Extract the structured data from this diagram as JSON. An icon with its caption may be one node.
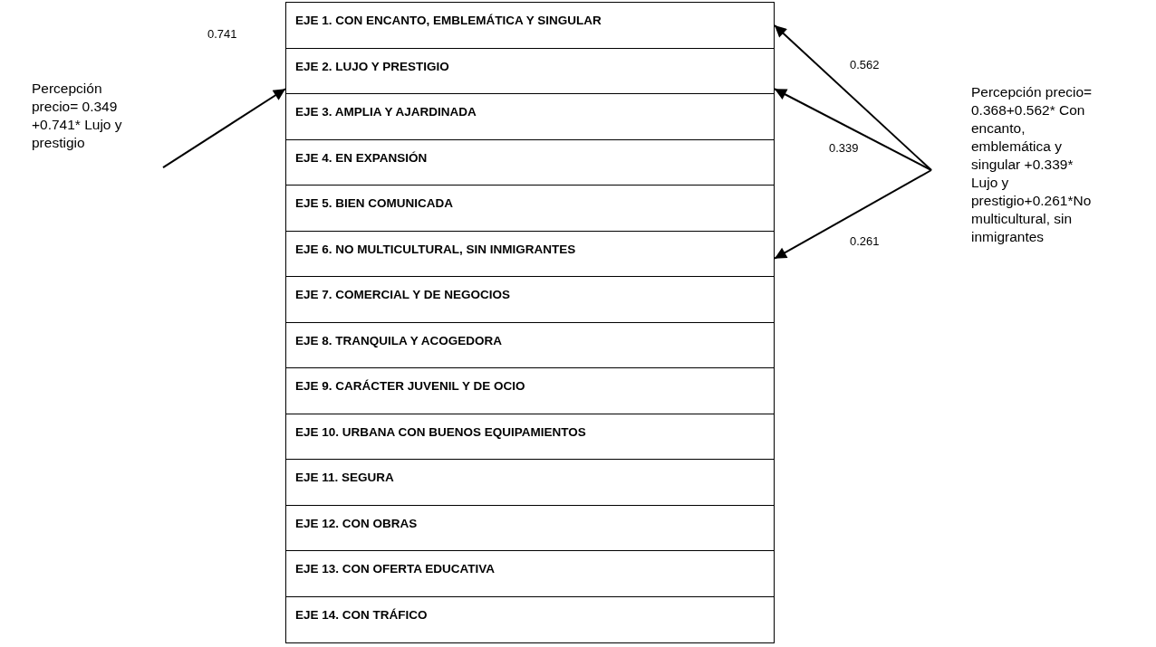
{
  "diagram": {
    "nodes": [
      {
        "text": [
          "Percepción precio= 0.349 +0.741* Lujo y prestigio"
        ]
      },
      {
        "text": [
          "EJE 1. CON ENCANTO, EMBLEMÁTICA Y SINGULAR"
        ]
      },
      {
        "text": [
          "EJE 2. LUJO Y PRESTIGIO"
        ]
      },
      {
        "text": [
          "EJE 3. AMPLIA Y AJARDINADA"
        ]
      },
      {
        "text": [
          "EJE 4. EN EXPANSIÓN"
        ]
      },
      {
        "text": [
          "EJE 5. BIEN COMUNICADA"
        ]
      },
      {
        "text": [
          "EJE 6. NO MULTICULTURAL, SIN INMIGRANTES"
        ]
      },
      {
        "text": [
          "EJE 7. COMERCIAL Y DE NEGOCIOS"
        ]
      },
      {
        "text": [
          "EJE 8. TRANQUILA Y ACOGEDORA"
        ]
      },
      {
        "text": [
          "EJE 9. CARÁCTER JUVENIL Y DE OCIO"
        ]
      },
      {
        "text": [
          "EJE 10. URBANA CON BUENOS EQUIPAMIENTOS"
        ]
      },
      {
        "text": [
          "EJE 11. SEGURA"
        ]
      },
      {
        "text": [
          "EJE 12. CON OBRAS"
        ]
      },
      {
        "text": [
          "EJE 13. CON OFERTA EDUCATIVA"
        ]
      },
      {
        "text": [
          "EJE 14. CON TRÁFICO"
        ]
      },
      {
        "text": [
          "Percepción precio= 0.368+0.562* Con encanto, emblemática y singular +0.339* Lujo y prestigio+0.261*No multicultural, sin inmigrantes"
        ]
      }
    ],
    "edges": [
      {
        "from": 0,
        "to": 2,
        "arrow": "to"
      },
      {
        "from": 15,
        "to": 1,
        "arrow": "to",
        "label": "0.562"
      },
      {
        "from": 15,
        "to": 2,
        "arrow": "to",
        "label": "0.339"
      },
      {
        "from": 15,
        "to": 6,
        "arrow": "to",
        "label": "0.261"
      }
    ],
    "labels": [
      "0.741"
    ]
  }
}
